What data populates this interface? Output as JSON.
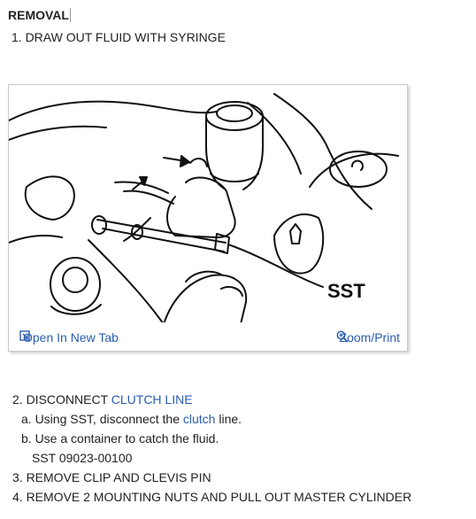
{
  "heading": "REMOVAL",
  "step1": "1. DRAW OUT FLUID WITH SYRINGE",
  "figure": {
    "label_sst": "SST",
    "open_tab": "Open In New Tab",
    "zoom_print": "Zoom/Print"
  },
  "step2": {
    "prefix": "2. DISCONNECT ",
    "link": "CLUTCH LINE"
  },
  "step2a": {
    "prefix": "a. Using SST, disconnect the ",
    "link": "clutch",
    "suffix": " line."
  },
  "step2b": "b. Use a container to catch the fluid.",
  "step2c": "SST 09023-00100",
  "step3": "3. REMOVE CLIP AND CLEVIS PIN",
  "step4": "4. REMOVE 2 MOUNTING NUTS AND PULL OUT MASTER CYLINDER",
  "colors": {
    "link": "#2a5db0",
    "text": "#222222"
  }
}
